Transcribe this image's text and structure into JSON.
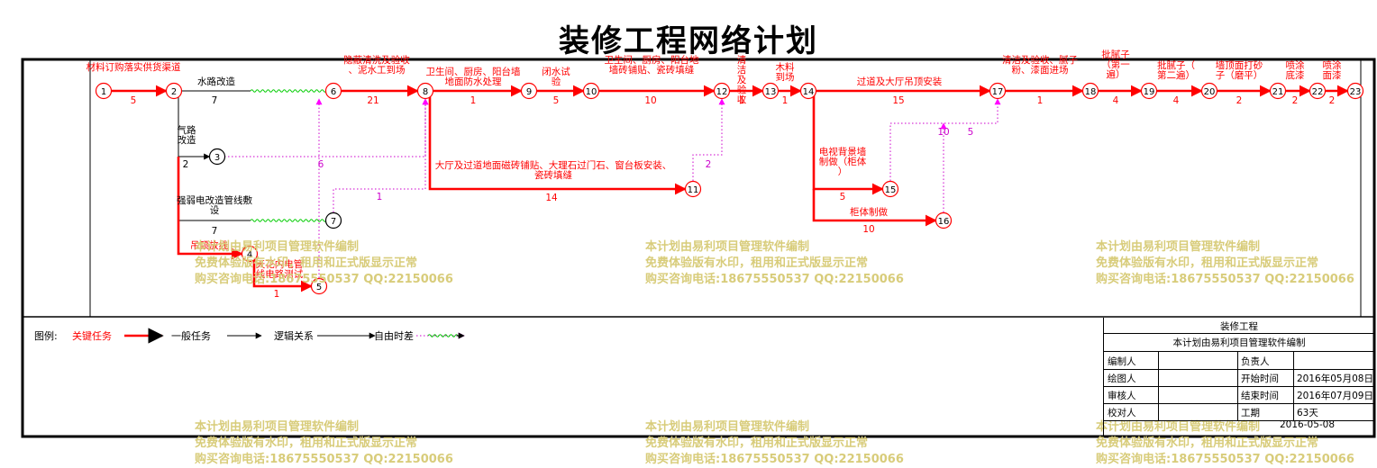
{
  "title": "装修工程网络计划",
  "nodes": [
    {
      "id": "1",
      "label": "1"
    },
    {
      "id": "2",
      "label": "2"
    },
    {
      "id": "3",
      "label": "3"
    },
    {
      "id": "4",
      "label": "4"
    },
    {
      "id": "5",
      "label": "5"
    },
    {
      "id": "6",
      "label": "6"
    },
    {
      "id": "7",
      "label": "7"
    },
    {
      "id": "8",
      "label": "8"
    },
    {
      "id": "9",
      "label": "9"
    },
    {
      "id": "10",
      "label": "10"
    },
    {
      "id": "11",
      "label": "11"
    },
    {
      "id": "12",
      "label": "12"
    },
    {
      "id": "13",
      "label": "13"
    },
    {
      "id": "14",
      "label": "14"
    },
    {
      "id": "15",
      "label": "15"
    },
    {
      "id": "16",
      "label": "16"
    },
    {
      "id": "17",
      "label": "17"
    },
    {
      "id": "18",
      "label": "18"
    },
    {
      "id": "19",
      "label": "19"
    },
    {
      "id": "20",
      "label": "20"
    },
    {
      "id": "21",
      "label": "21"
    },
    {
      "id": "22",
      "label": "22"
    },
    {
      "id": "23",
      "label": "23"
    }
  ],
  "activities": [
    {
      "from": "1",
      "to": "2",
      "type": "critical",
      "name": "材料订购落实供货渠道",
      "duration": "5"
    },
    {
      "from": "2",
      "to": "6",
      "type": "normal",
      "name": "水路改造",
      "duration": "7"
    },
    {
      "from": "2",
      "to": "3",
      "type": "normal",
      "name": "气路改造",
      "duration": "2"
    },
    {
      "from": "2",
      "to": "7",
      "type": "normal",
      "name": "强弱电改造管线敷设",
      "duration": "7"
    },
    {
      "from": "2",
      "to": "4",
      "type": "critical",
      "name": "吊顶放线",
      "duration": ""
    },
    {
      "from": "4",
      "to": "5",
      "type": "critical",
      "name": "天花内电管线电路测试",
      "duration": "1"
    },
    {
      "from": "6",
      "to": "8",
      "type": "critical",
      "name": "隐蔽清洗及验收、泥水工到场",
      "duration": "21"
    },
    {
      "from": "8",
      "to": "9",
      "type": "critical",
      "name": "卫生间、厨房、阳台墙地面防水处理",
      "duration": "1"
    },
    {
      "from": "9",
      "to": "10",
      "type": "critical",
      "name": "闭水试验",
      "duration": "5"
    },
    {
      "from": "10",
      "to": "12",
      "type": "critical",
      "name": "卫生间、厨房、阳台地墙砖铺贴、瓷砖填缝",
      "duration": "10"
    },
    {
      "from": "8",
      "to": "11",
      "type": "critical",
      "name": "大厅及过道地面磁砖铺贴、大理石过门石、窗台板安装、瓷砖填缝",
      "duration": "14"
    },
    {
      "from": "12",
      "to": "13",
      "type": "critical",
      "name": "清洁及验收",
      "duration": "1"
    },
    {
      "from": "13",
      "to": "14",
      "type": "critical",
      "name": "木料到场",
      "duration": "1"
    },
    {
      "from": "14",
      "to": "17",
      "type": "critical",
      "name": "过道及大厅吊顶安装",
      "duration": "15"
    },
    {
      "from": "14",
      "to": "15",
      "type": "critical",
      "name": "电视背景墙制做（柜体）",
      "duration": "5"
    },
    {
      "from": "14",
      "to": "16",
      "type": "critical",
      "name": "柜体制做",
      "duration": "10"
    },
    {
      "from": "17",
      "to": "18",
      "type": "critical",
      "name": "清洁及验收、腻子粉、漆面进场",
      "duration": "1"
    },
    {
      "from": "18",
      "to": "19",
      "type": "critical",
      "name": "批腻子（第一遍）",
      "duration": "4"
    },
    {
      "from": "19",
      "to": "20",
      "type": "critical",
      "name": "批腻子（第二遍）",
      "duration": "4"
    },
    {
      "from": "20",
      "to": "21",
      "type": "critical",
      "name": "墙顶面打砂子（磨平）",
      "duration": "2"
    },
    {
      "from": "21",
      "to": "22",
      "type": "critical",
      "name": "喷涂底漆",
      "duration": "2"
    },
    {
      "from": "22",
      "to": "23",
      "type": "critical",
      "name": "喷涂面漆",
      "duration": "2"
    }
  ],
  "free_float_labels": [
    {
      "between": "3-8",
      "value": ""
    },
    {
      "between": "5-6",
      "value": "6"
    },
    {
      "between": "7-8",
      "value": "1"
    },
    {
      "between": "11-12",
      "value": "2"
    },
    {
      "between": "15-17",
      "value": "5"
    },
    {
      "between": "16-17",
      "value": "10"
    }
  ],
  "legend": {
    "label": "图例:",
    "items": [
      {
        "name": "关键任务",
        "color": "#ff0000",
        "style": "thick"
      },
      {
        "name": "一般任务",
        "color": "#000000",
        "style": "thin"
      },
      {
        "name": "逻辑关系",
        "color": "#000000",
        "style": "thin"
      },
      {
        "name": "自由时差",
        "color": "#cc00cc",
        "style": "dotted"
      },
      {
        "name": "",
        "color": "#00cc00",
        "style": "wavy"
      }
    ]
  },
  "info_table": {
    "project": "装修工程",
    "note": "本计划由易利项目管理软件编制",
    "rows": [
      [
        "编制人",
        "",
        "负责人",
        ""
      ],
      [
        "绘图人",
        "",
        "开始时间",
        "2016年05月08日"
      ],
      [
        "审核人",
        "",
        "结束时间",
        "2016年07月09日"
      ],
      [
        "校对人",
        "",
        "工期",
        "63天"
      ]
    ],
    "date": "2016-05-08"
  },
  "watermark": [
    "本计划由易利项目管理软件编制",
    "免费体验版有水印，租用和正式版显示正常",
    "购买咨询电话:18675550537 QQ:22150066"
  ],
  "colors": {
    "critical": "#ff0000",
    "normal": "#000000",
    "float": "#cc00cc",
    "wave": "#00cc00",
    "watermark": "#d8cc7a"
  }
}
